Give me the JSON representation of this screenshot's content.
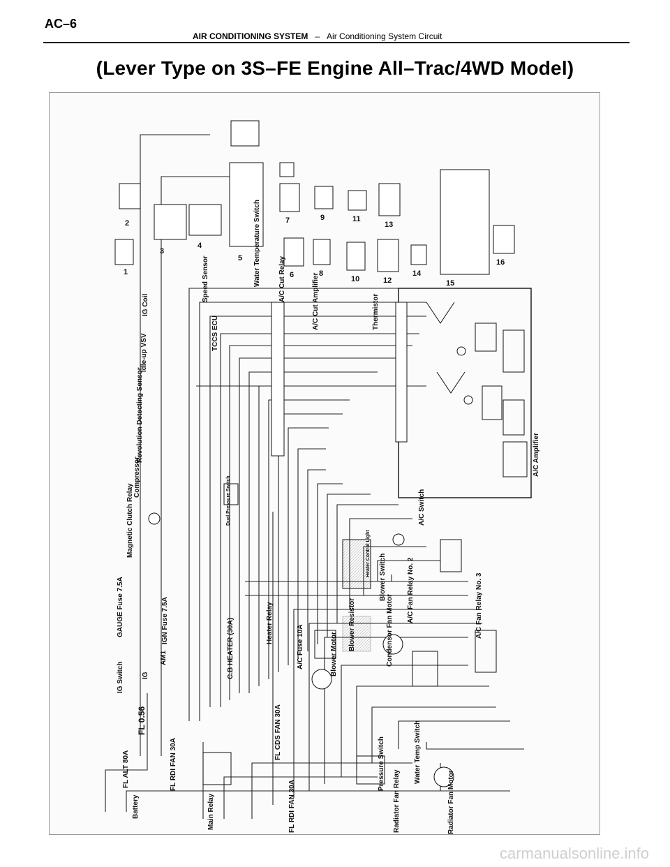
{
  "header": {
    "page_number": "AC–6",
    "system": "AIR CONDITIONING SYSTEM",
    "separator": "–",
    "section": "Air Conditioning System Circuit"
  },
  "title": "(Lever Type on 3S–FE Engine All–Trac/4WD Model)",
  "diagram": {
    "components": {
      "battery": "Battery",
      "fl_alt": "FL ALT 80A",
      "fl_056": "FL 0.56",
      "ig_switch": "IG Switch",
      "ig": "IG",
      "am1": "AM1",
      "gauge_fuse": "GAUGE Fuse 7.5A",
      "ign_fuse": "IGN Fuse 7.5A",
      "fl_rdi_fan_top": "FL RDI FAN 30A",
      "main_relay": "Main Relay",
      "fl_cds_fan": "FL CDS FAN 30A",
      "fl_rdi_fan_bottom": "FL RDI FAN 30A",
      "pressure_switch": "Pressure Switch",
      "radiator_fan_relay": "Radiator Fan Relay",
      "water_temp_switch_bottom": "Water Temp Switch",
      "radiator_fan_motor": "Radiator Fan Motor",
      "cb_heater": "C.B HEATER (30A)",
      "heater_relay": "Heater Relay",
      "ac_fuse": "A/C Fuse 10A",
      "blower_motor": "Blower Motor",
      "blower_resistor": "Blower Resistor",
      "condenser_fan_motor": "Condensor Fan Motor",
      "ac_fan_relay_2": "A/C Fan Relay No. 2",
      "ac_fan_relay_3": "A/C Fan Relay No. 3",
      "blower_switch": "Blower Switch",
      "heater_control_light": "Heater Control Light",
      "magnetic_clutch_relay": "Magnetic Clutch Relay",
      "compressor": "Compressor",
      "revolution_sensor": "Revolution Detecting Sensor",
      "dual_pressure_switch": "Dual Pressure Switch",
      "idle_up_vsv": "Idle-up VSV",
      "ig_coil": "IG Coil",
      "tccs_ecu": "TCCS ECU",
      "speed_sensor": "Speed Sensor",
      "water_temp_switch_top": "Water Temperature Switch",
      "ac_cut_relay": "A/C Cut Relay",
      "ac_cut_amplifier": "A/C Cut Amplifier",
      "thermistor": "Thermistor",
      "ac_switch": "A/C Switch",
      "ac_amplifier": "A/C Amplifier"
    },
    "connectors": [
      "1",
      "2",
      "3",
      "4",
      "5",
      "6",
      "7",
      "8",
      "9",
      "10",
      "11",
      "12",
      "13",
      "14",
      "15",
      "16"
    ]
  },
  "watermark": "carmanualsonline.info"
}
